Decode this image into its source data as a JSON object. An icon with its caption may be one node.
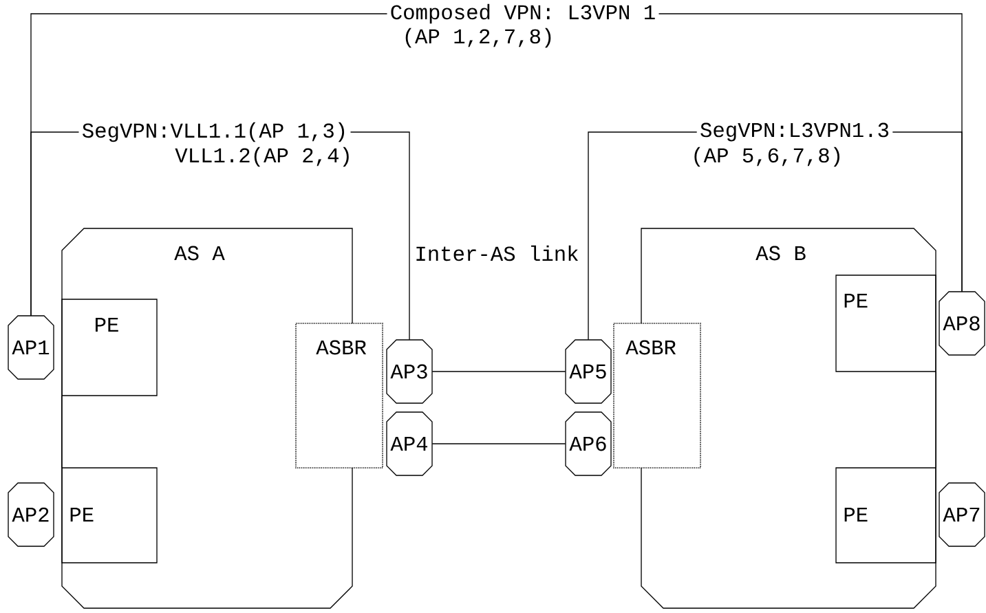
{
  "diagram": {
    "nodes": [
      {
        "text": [
          "AS A"
        ]
      },
      {
        "text": [
          "PE"
        ],
        "in": 0
      },
      {
        "text": [
          "PE"
        ],
        "in": 0
      },
      {
        "text": [
          "ASBR"
        ]
      },
      {
        "text": [
          "AS B"
        ]
      },
      {
        "text": [
          "PE"
        ],
        "in": 4
      },
      {
        "text": [
          "PE"
        ],
        "in": 4
      },
      {
        "text": [
          "ASBR"
        ]
      },
      {
        "text": [
          "AP1"
        ]
      },
      {
        "text": [
          "AP2"
        ]
      },
      {
        "text": [
          "AP3"
        ]
      },
      {
        "text": [
          "AP4"
        ]
      },
      {
        "text": [
          "AP5"
        ]
      },
      {
        "text": [
          "AP6"
        ]
      },
      {
        "text": [
          "AP7"
        ]
      },
      {
        "text": [
          "AP8"
        ]
      },
      {
        "text": [
          "Composed VPN: L3VPN 1",
          "(AP 1,2,7,8)"
        ]
      },
      {
        "text": [
          "SegVPN:VLL1.1(AP 1,3)",
          "VLL1.2(AP 2,4)"
        ]
      },
      {
        "text": [
          "SegVPN:L3VPN1.3",
          "(AP 5,6,7,8)"
        ]
      }
    ],
    "edges": [
      {
        "from": 1,
        "to": 2,
        "arrow": "none"
      },
      {
        "from": 5,
        "to": 6,
        "arrow": "none"
      },
      {
        "from": 10,
        "to": 12,
        "arrow": "none"
      },
      {
        "from": 11,
        "to": 13,
        "arrow": "none"
      },
      {
        "from": 16,
        "to": 8,
        "arrow": "none"
      },
      {
        "from": 16,
        "to": 15,
        "arrow": "none"
      },
      {
        "from": 17,
        "to": 8,
        "arrow": "none"
      },
      {
        "from": 17,
        "to": 10,
        "arrow": "none"
      },
      {
        "from": 18,
        "to": 12,
        "arrow": "none"
      },
      {
        "from": 18,
        "to": 15,
        "arrow": "none"
      }
    ],
    "labels": [
      "Inter-AS link"
    ]
  }
}
